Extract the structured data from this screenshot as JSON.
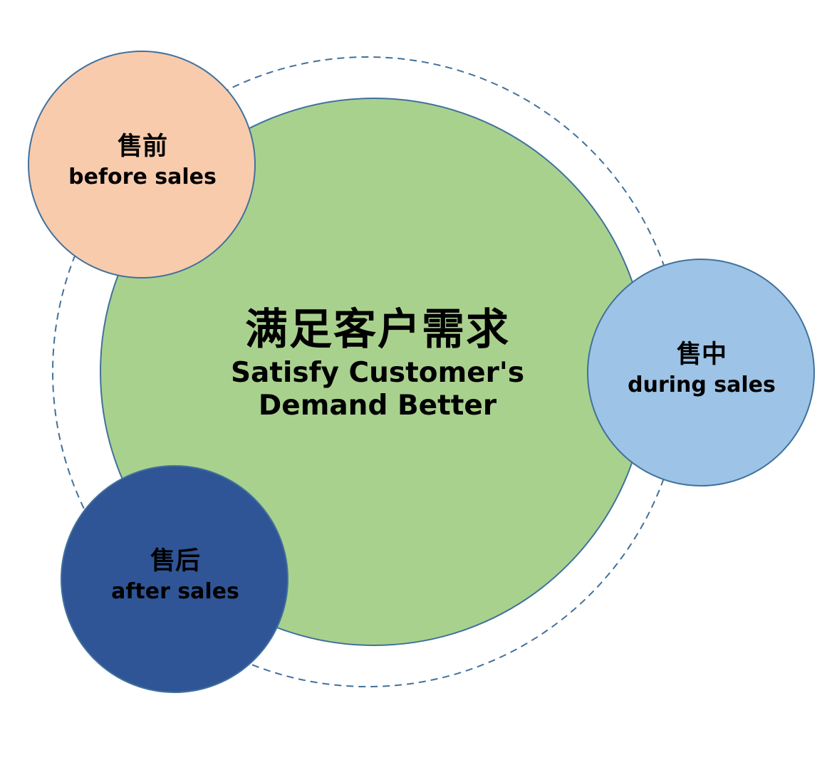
{
  "center": {
    "title_zh": "满足客户需求",
    "title_en_line1": "Satisfy Customer's",
    "title_en_line2": "Demand Better"
  },
  "stages": {
    "before": {
      "zh": "售前",
      "en": "before sales",
      "fill": "#f8cbad",
      "text_color": "#000000"
    },
    "during": {
      "zh": "售中",
      "en": "during sales",
      "fill": "#9dc3e6",
      "text_color": "#000000"
    },
    "after": {
      "zh": "售后",
      "en": "after sales",
      "fill": "#2f5597",
      "text_color": "#000000"
    }
  },
  "colors": {
    "center_fill": "#a9d18e",
    "stroke": "#41719c",
    "dashed_ring": "#41719c"
  }
}
